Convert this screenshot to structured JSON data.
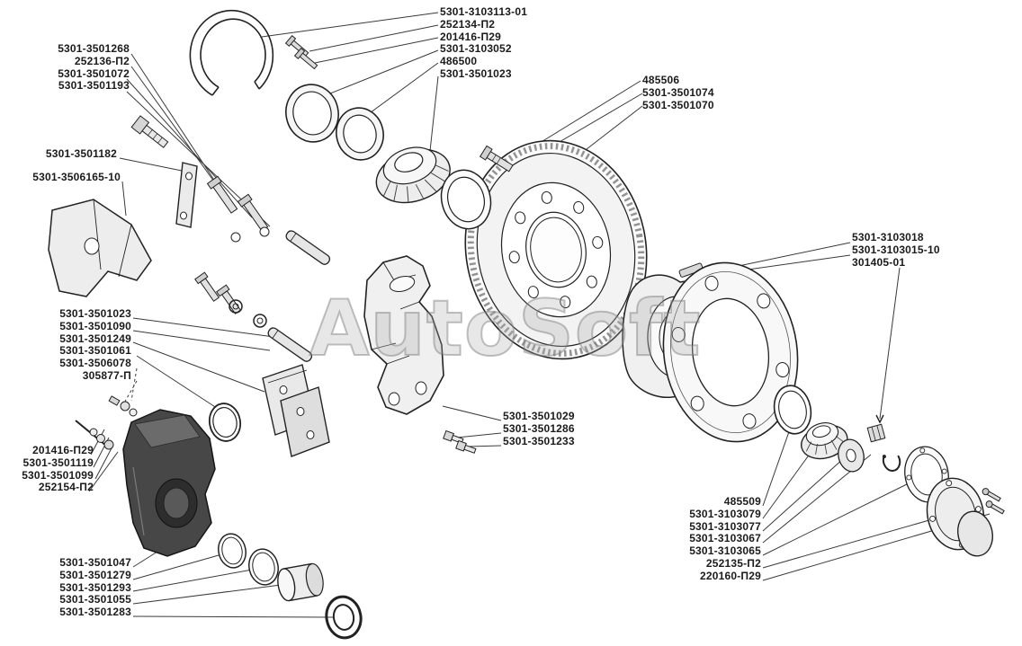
{
  "watermark": "AutoSoft",
  "labels": {
    "top_center": [
      "5301-3103113-01",
      "252134-П2",
      "201416-П29",
      "5301-3103052",
      "486500",
      "5301-3501023"
    ],
    "top_right": [
      "485506",
      "5301-3501074",
      "5301-3501070"
    ],
    "top_left": [
      "5301-3501268",
      "252136-П2",
      "5301-3501072",
      "5301-3501193"
    ],
    "left_plate": [
      "5301-3501182"
    ],
    "left_bracket": [
      "5301-3506165-10"
    ],
    "mid_left": [
      "5301-3501023",
      "5301-3501090",
      "5301-3501249",
      "5301-3501061",
      "5301-3506078",
      "305877-П"
    ],
    "lower_left": [
      "201416-П29",
      "5301-3501119",
      "5301-3501099",
      "252154-П2"
    ],
    "bottom_left": [
      "5301-3501047",
      "5301-3501279",
      "5301-3501293",
      "5301-3501055",
      "5301-3501283"
    ],
    "bottom_center": [
      "5301-3501029",
      "5301-3501286",
      "5301-3501233"
    ],
    "right": [
      "5301-3103018",
      "5301-3103015-10",
      "301405-01"
    ],
    "bottom_right": [
      "485509",
      "5301-3103079",
      "5301-3103077",
      "5301-3103067",
      "5301-3103065",
      "252135-П2",
      "220160-П29"
    ]
  }
}
